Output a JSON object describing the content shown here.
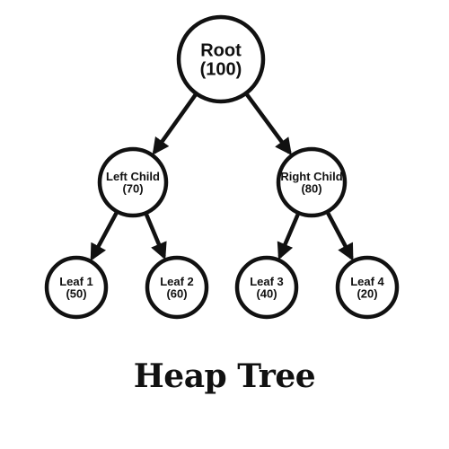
{
  "diagram": {
    "title": "Heap Tree",
    "nodes": [
      {
        "id": "root",
        "name": "Root",
        "value": "(100)"
      },
      {
        "id": "left",
        "name": "Left Child",
        "value": "(70)"
      },
      {
        "id": "right",
        "name": "Right Child",
        "value": "(80)"
      },
      {
        "id": "leaf1",
        "name": "Leaf 1",
        "value": "(50)"
      },
      {
        "id": "leaf2",
        "name": "Leaf 2",
        "value": "(60)"
      },
      {
        "id": "leaf3",
        "name": "Leaf 3",
        "value": "(40)"
      },
      {
        "id": "leaf4",
        "name": "Leaf 4",
        "value": "(20)"
      }
    ],
    "edges": [
      {
        "from": "root",
        "to": "left"
      },
      {
        "from": "root",
        "to": "right"
      },
      {
        "from": "left",
        "to": "leaf1"
      },
      {
        "from": "left",
        "to": "leaf2"
      },
      {
        "from": "right",
        "to": "leaf3"
      },
      {
        "from": "right",
        "to": "leaf4"
      }
    ],
    "colors": {
      "stroke": "#111111",
      "fill": "#ffffff",
      "text": "#111111"
    }
  }
}
